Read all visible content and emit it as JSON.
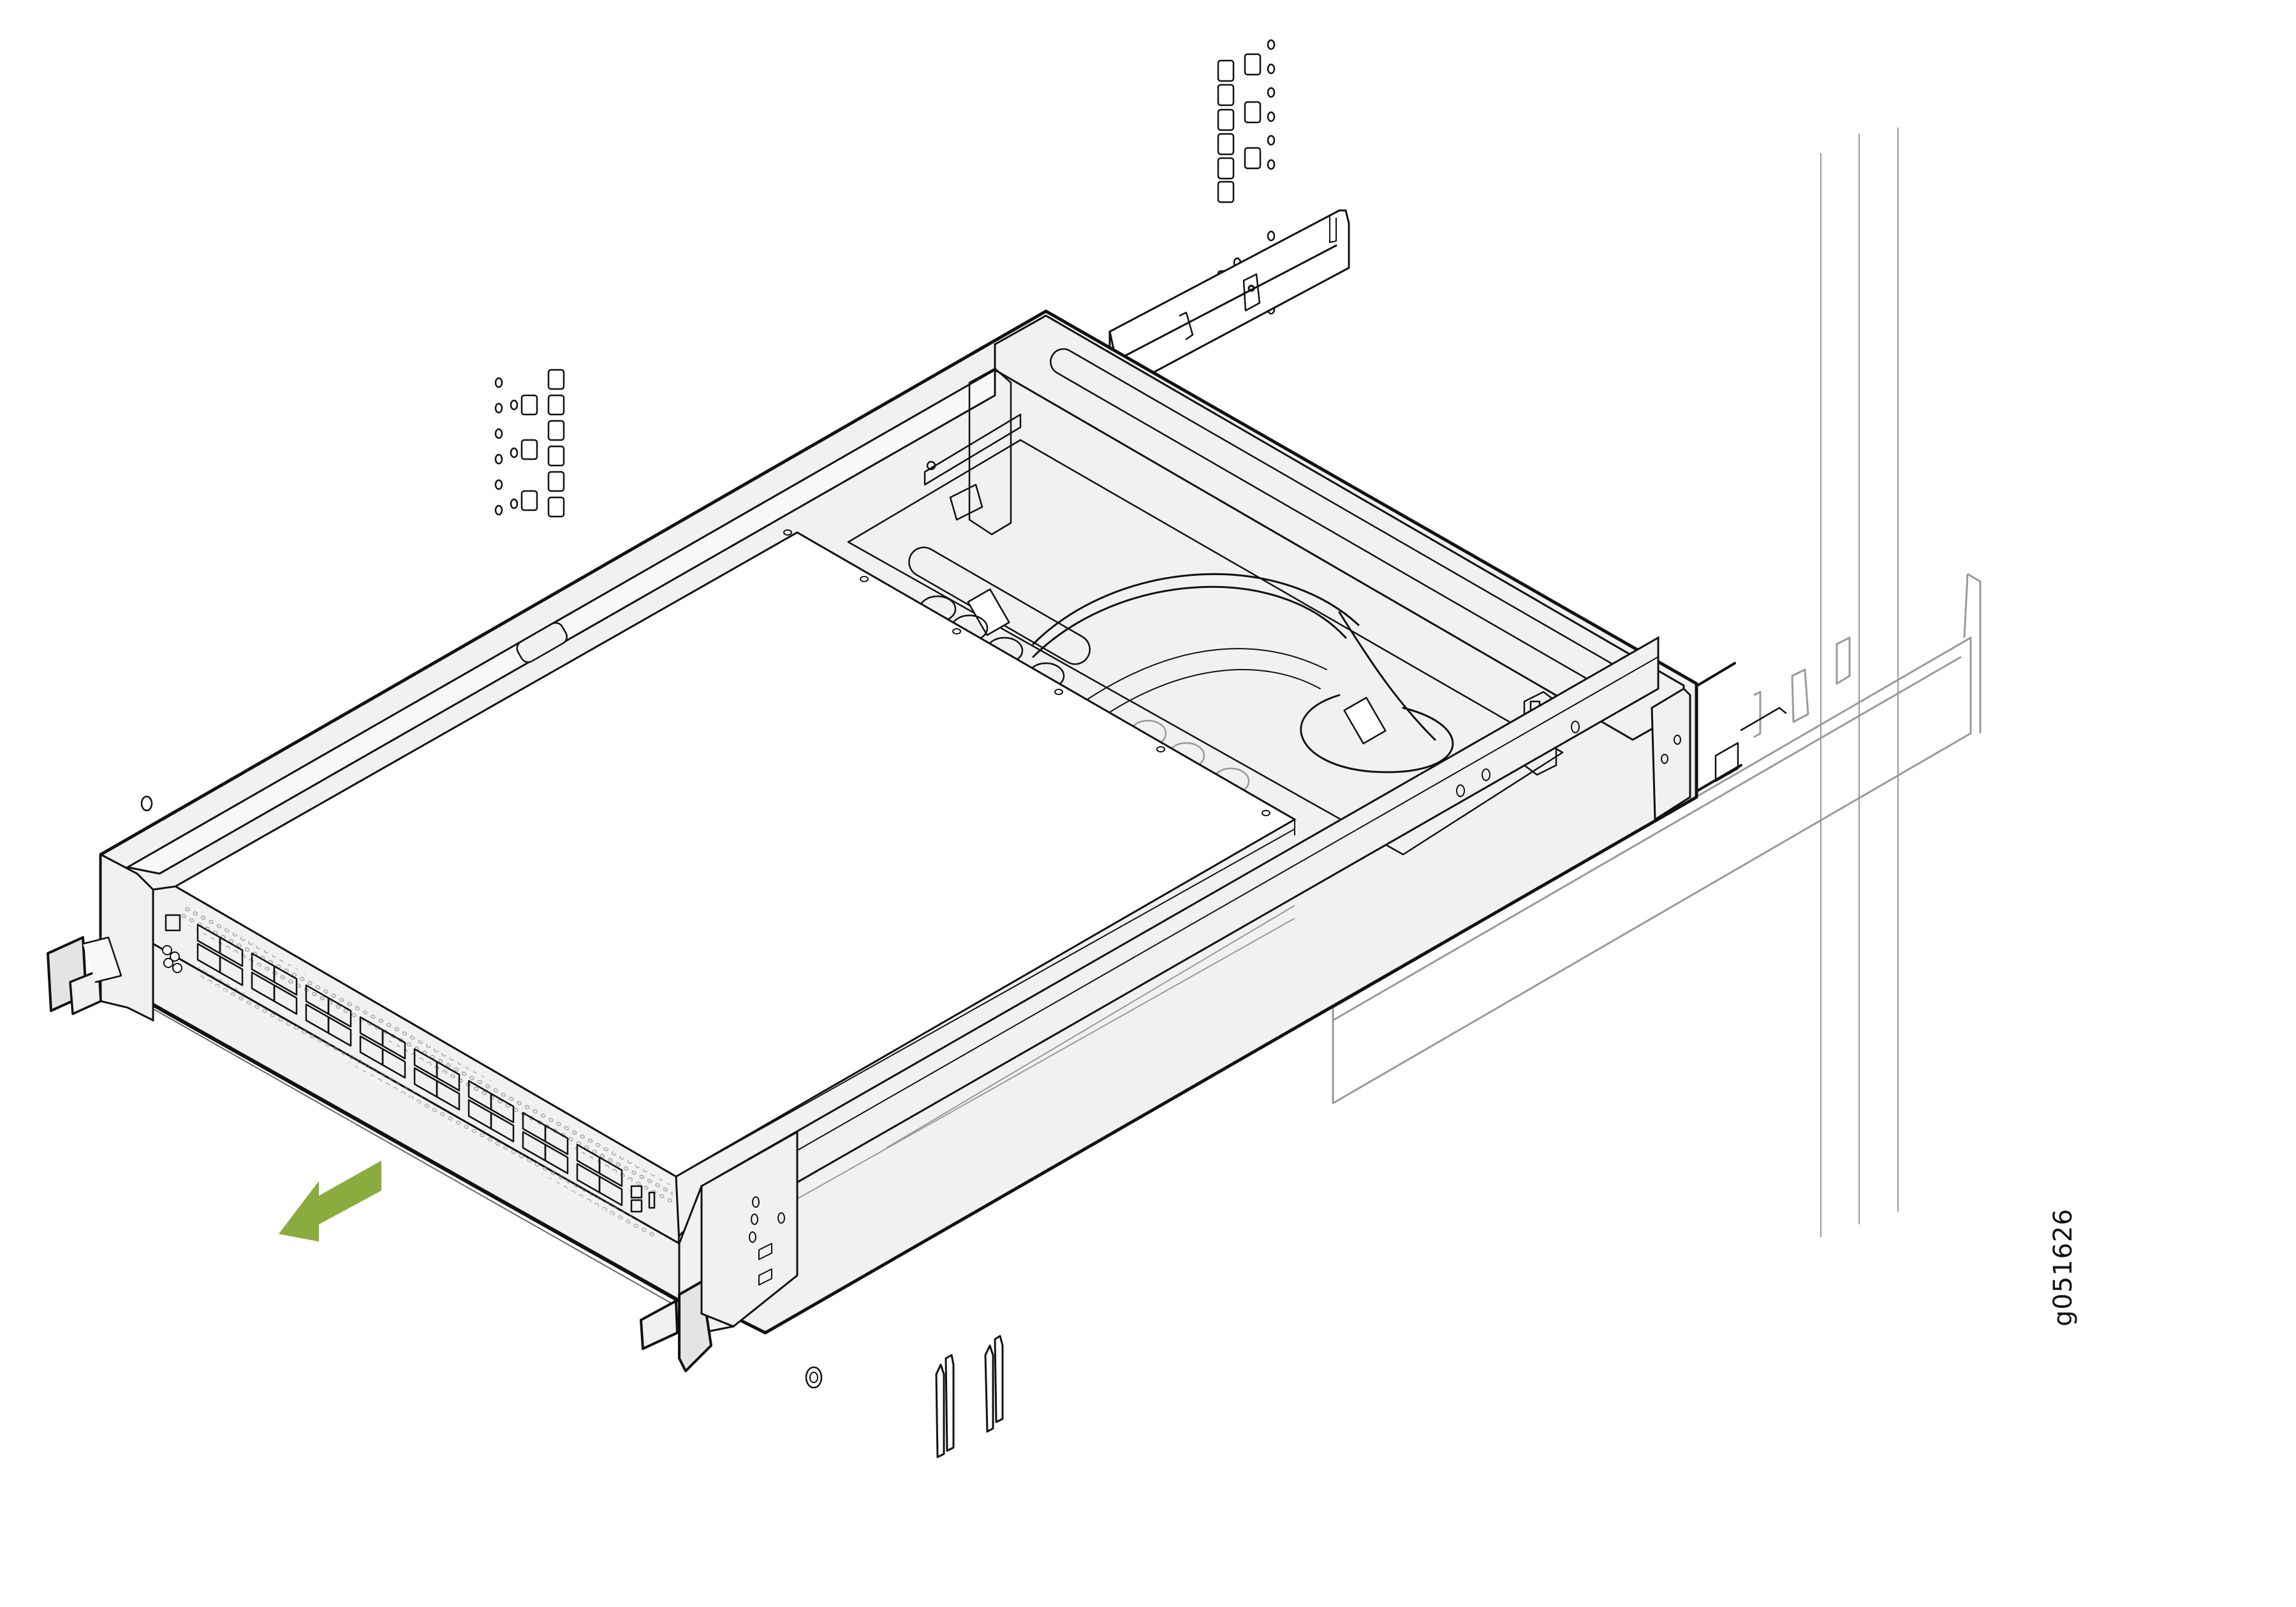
{
  "figure": {
    "id_label": "g051626",
    "subject": "Network switch chassis sliding out of four-post rack on rails",
    "action_arrow": {
      "direction": "out-toward-viewer",
      "color": "#8aac3e"
    }
  },
  "colors": {
    "line": "#111111",
    "ghost_line": "#9a9a9a",
    "panel_fill": "#f1f1f1",
    "background": "#ffffff",
    "arrow": "#8aac3e"
  },
  "components": {
    "chassis": {
      "front_ports_rows": 2,
      "port_groups": 8,
      "ports_per_group": 4
    },
    "rails": [
      "left-rear-rail",
      "right-front-rail-ghost"
    ],
    "rack_posts": [
      "left-front-post",
      "left-rear-post",
      "right-front-post",
      "right-rear-post"
    ],
    "handles": [
      "left-ear-handle",
      "right-ear-handle"
    ],
    "captive_screws": 2
  }
}
